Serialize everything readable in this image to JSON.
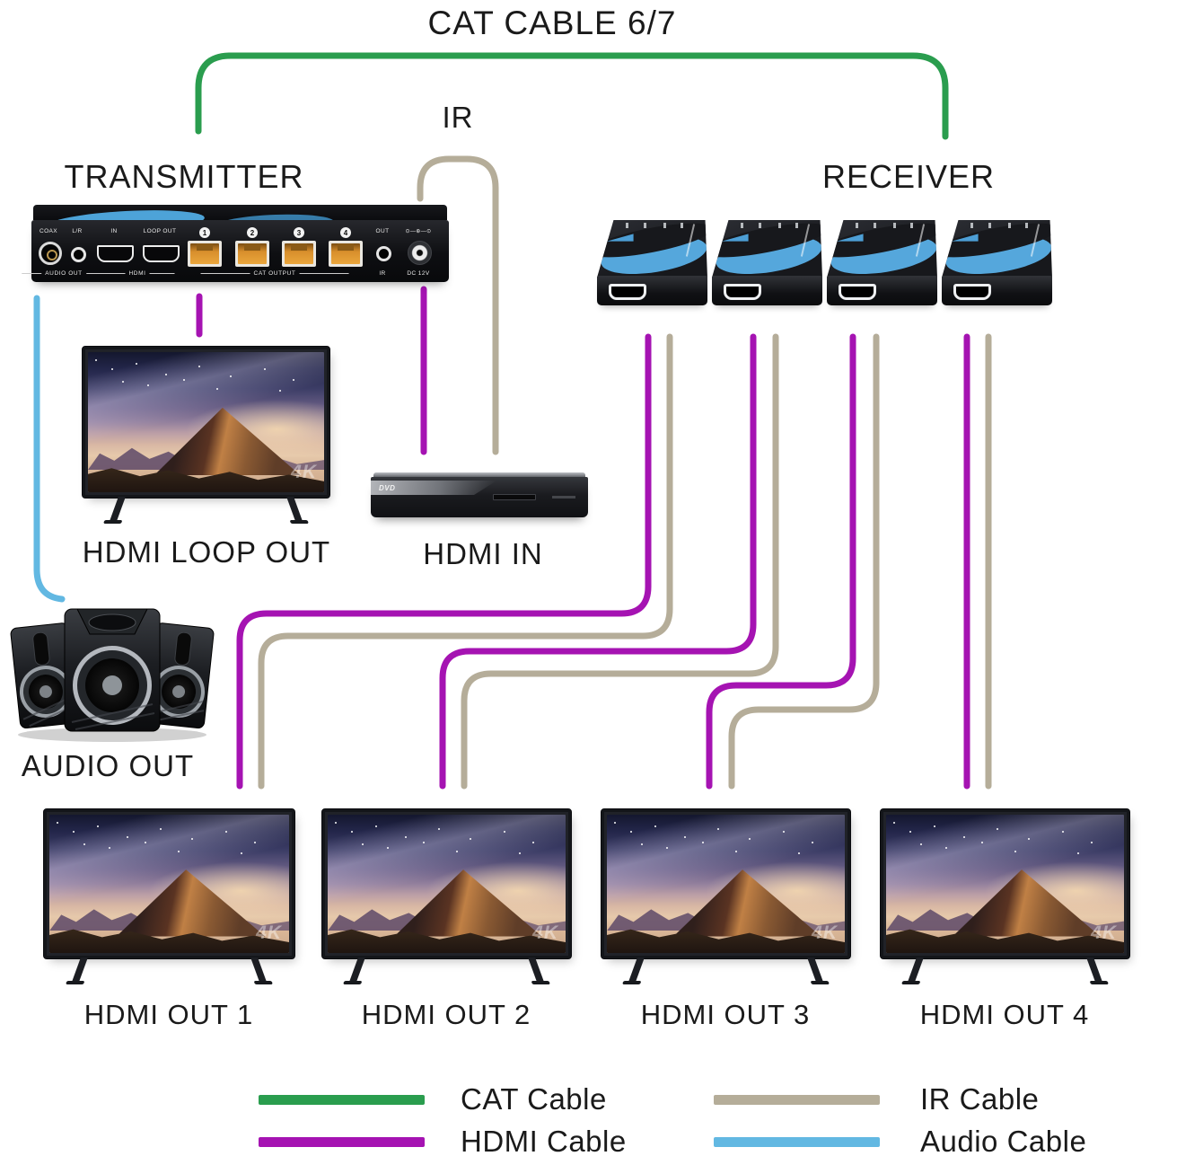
{
  "title": "CAT CABLE 6/7",
  "sections": {
    "ir_label": "IR",
    "transmitter": "TRANSMITTER",
    "receiver": "RECEIVER",
    "hdmi_loop_out": "HDMI LOOP OUT",
    "hdmi_in": "HDMI IN",
    "audio_out": "AUDIO OUT"
  },
  "transmitter_panel": {
    "coax": "COAX",
    "lr": "L/R",
    "audio_out_group": "AUDIO OUT",
    "hdmi_in": "IN",
    "loop_out": "LOOP OUT",
    "hdmi_group": "HDMI",
    "cat_ports": [
      "1",
      "2",
      "3",
      "4"
    ],
    "cat_group": "CAT OUTPUT",
    "out": "OUT",
    "ir": "IR",
    "polarity": "⊙—⊕—⊙",
    "dc": "DC 12V"
  },
  "dvd_player": {
    "logo": "DVD"
  },
  "tv_badge": "4K",
  "tvs": [
    {
      "label": "HDMI OUT 1"
    },
    {
      "label": "HDMI OUT 2"
    },
    {
      "label": "HDMI OUT 3"
    },
    {
      "label": "HDMI OUT 4"
    }
  ],
  "legend": {
    "items": [
      {
        "label": "CAT Cable",
        "key": "cat",
        "color": "#2a9d4e"
      },
      {
        "label": "HDMI Cable",
        "key": "hdmi",
        "color": "#a513b2"
      },
      {
        "label": "IR Cable",
        "key": "ir",
        "color": "#b5ad99"
      },
      {
        "label": "Audio Cable",
        "key": "audio",
        "color": "#62b8e2"
      }
    ]
  },
  "colors": {
    "cat": "#2a9d4e",
    "hdmi": "#a513b2",
    "ir": "#b5ad99",
    "audio": "#62b8e2"
  }
}
